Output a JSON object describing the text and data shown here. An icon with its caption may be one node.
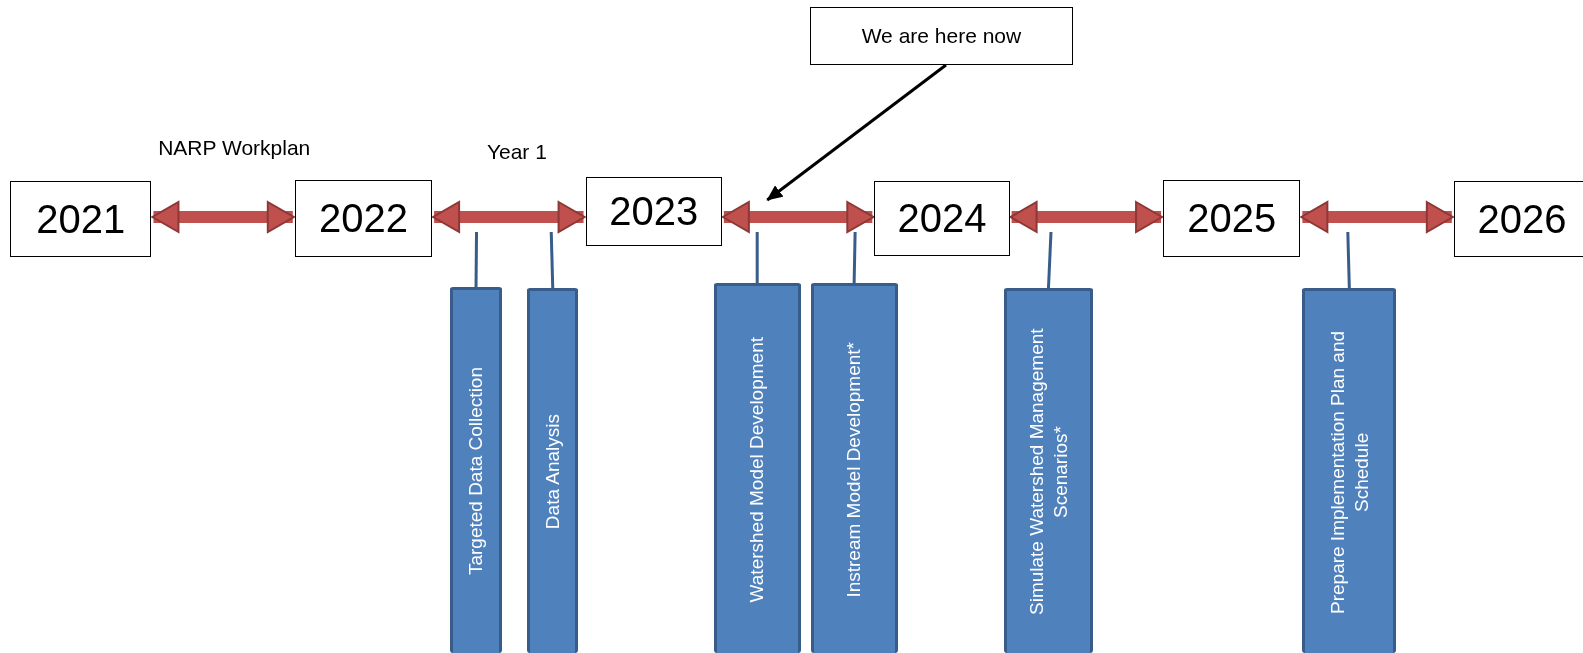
{
  "diagram": {
    "nodes": [
      {
        "text": [
          "2021"
        ]
      },
      {
        "text": [
          "2022"
        ]
      },
      {
        "text": [
          "2023"
        ]
      },
      {
        "text": [
          "2024"
        ]
      },
      {
        "text": [
          "2025"
        ]
      },
      {
        "text": [
          "2026"
        ]
      },
      {
        "text": [
          "We are here now"
        ]
      },
      {
        "text": [
          "Targeted Data Collection"
        ]
      },
      {
        "text": [
          "Data Analysis"
        ]
      },
      {
        "text": [
          "Watershed Model Development"
        ]
      },
      {
        "text": [
          "Instream Model Development*"
        ]
      },
      {
        "text": [
          "Simulate Watershed Management Scenarios*"
        ]
      },
      {
        "text": [
          "Prepare Implementation Plan and Schedule"
        ]
      }
    ],
    "edges": [
      {
        "from": 0,
        "to": 1,
        "arrow": "both",
        "style": "thick",
        "color": "#c0504d"
      },
      {
        "from": 1,
        "to": 2,
        "arrow": "both",
        "style": "thick",
        "color": "#c0504d"
      },
      {
        "from": 2,
        "to": 3,
        "arrow": "both",
        "style": "thick",
        "color": "#c0504d"
      },
      {
        "from": 3,
        "to": 4,
        "arrow": "both",
        "style": "thick",
        "color": "#c0504d"
      },
      {
        "from": 4,
        "to": 5,
        "arrow": "both",
        "style": "thick",
        "color": "#c0504d"
      },
      {
        "from": 6,
        "to": null,
        "arrow": "to",
        "color": "#000000"
      },
      {
        "from": 7,
        "to": null,
        "arrow": "none"
      },
      {
        "from": 8,
        "to": null,
        "arrow": "none"
      },
      {
        "from": 9,
        "to": null,
        "arrow": "none"
      },
      {
        "from": 10,
        "to": null,
        "arrow": "none"
      },
      {
        "from": 11,
        "to": null,
        "arrow": "none"
      },
      {
        "from": 12,
        "to": null,
        "arrow": "none"
      }
    ],
    "labels": [
      "NARP Workplan",
      "Year 1"
    ]
  }
}
